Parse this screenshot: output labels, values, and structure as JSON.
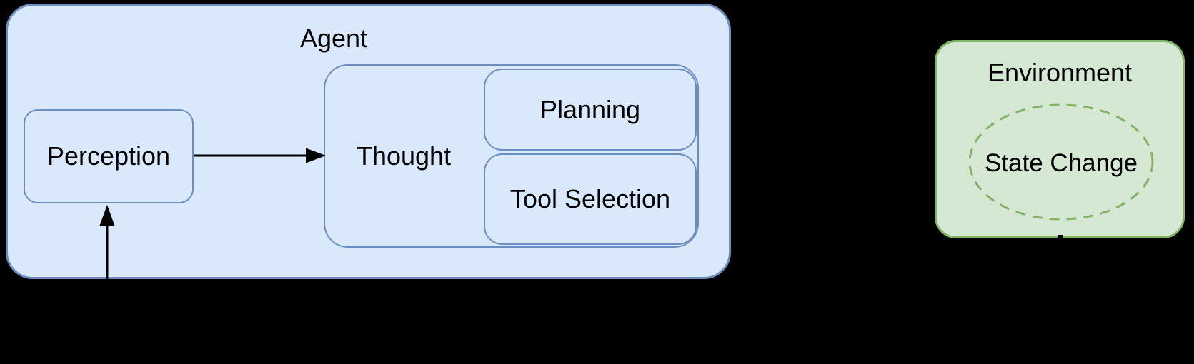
{
  "canvas": {
    "background": "#000000"
  },
  "colors": {
    "agent_fill": "#dae8fc",
    "agent_stroke": "#6c8ebf",
    "environment_fill": "#d5e8d4",
    "environment_stroke": "#82b366",
    "arrow": "#000000",
    "text": "#000000"
  },
  "agent": {
    "label": "Agent",
    "perception": {
      "label": "Perception"
    },
    "thought": {
      "label": "Thought"
    },
    "planning": {
      "label": "Planning"
    },
    "tool_selection": {
      "label": "Tool Selection"
    }
  },
  "environment": {
    "label": "Environment",
    "state_change": {
      "label": "State Change"
    }
  }
}
